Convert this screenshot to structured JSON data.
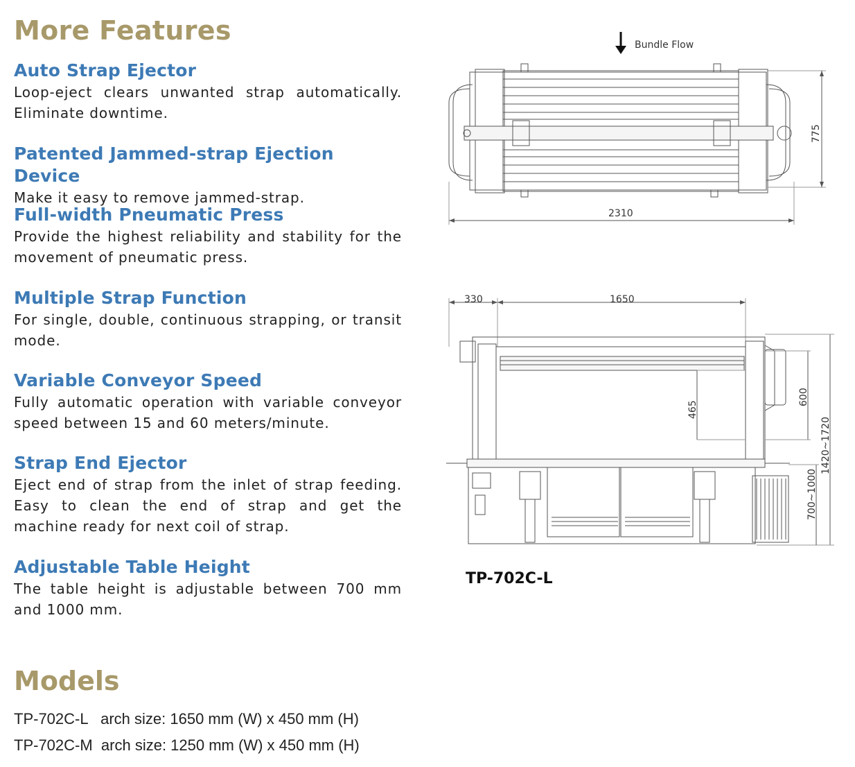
{
  "features_title": "More Features",
  "features": [
    {
      "heading": "Auto Strap Ejector",
      "text": "Loop-eject clears unwanted strap automatically. Eliminate downtime."
    },
    {
      "heading": "Patented Jammed-strap Ejection Device",
      "text": "Make it easy to remove jammed-strap."
    },
    {
      "heading": "Full-width Pneumatic Press",
      "text": "Provide the highest reliability and stability for the movement of pneumatic press."
    },
    {
      "heading": "Multiple Strap Function",
      "text": "For single, double, continuous strapping, or transit mode."
    },
    {
      "heading": "Variable Conveyor Speed",
      "text": "Fully automatic operation with variable conveyor speed between 15 and 60 meters/minute."
    },
    {
      "heading": "Strap End Ejector",
      "text": "Eject end of strap from the inlet of strap feeding. Easy to clean the end of strap and get the machine ready for next coil of strap."
    },
    {
      "heading": "Adjustable Table Height",
      "text": "The table height is adjustable between 700 mm and 1000 mm."
    }
  ],
  "models_title": "Models",
  "models": [
    {
      "name": "TP-702C-L",
      "spec": "arch size: 1650 mm (W) x 450 mm (H)"
    },
    {
      "name": "TP-702C-M",
      "spec": "arch size: 1250 mm (W) x 450 mm (H)"
    }
  ],
  "drawing": {
    "flow_label": "Bundle Flow",
    "top_view": {
      "width_label": "2310",
      "depth_label": "775"
    },
    "front_view": {
      "left_offset_label": "330",
      "arch_width_label": "1650",
      "arch_height_label": "465",
      "column_label": "600",
      "overall_height_label": "1420~1720",
      "table_height_label": "700~1000"
    },
    "model_label": "TP-702C-L"
  }
}
